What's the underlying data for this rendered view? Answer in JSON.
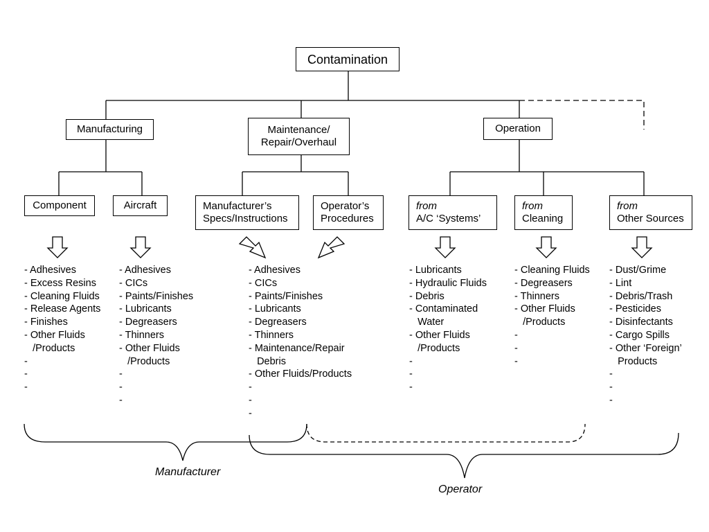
{
  "root": {
    "label": "Contamination"
  },
  "level1": {
    "manufacturing": "Manufacturing",
    "mro": [
      "Maintenance/",
      "Repair/Overhaul"
    ],
    "operation": "Operation"
  },
  "level2": {
    "component": "Component",
    "aircraft": "Aircraft",
    "mfr_specs": [
      "Manufacturer’s",
      "Specs/Instructions"
    ],
    "operator_procedures": [
      "Operator’s",
      "Procedures"
    ],
    "from_systems": [
      "from",
      "A/C ‘Systems’"
    ],
    "from_cleaning": [
      "from",
      "Cleaning"
    ],
    "from_other": [
      "from",
      "Other Sources"
    ]
  },
  "lists": {
    "component": [
      "- Adhesives",
      "- Excess Resins",
      "- Cleaning Fluids",
      "- Release Agents",
      "- Finishes",
      "- Other Fluids",
      "   /Products",
      "-",
      "-",
      "-"
    ],
    "aircraft": [
      "- Adhesives",
      "- CICs",
      "- Paints/Finishes",
      "- Lubricants",
      "- Degreasers",
      "- Thinners",
      "- Other Fluids",
      "   /Products",
      "-",
      "-",
      "-"
    ],
    "mro": [
      "- Adhesives",
      "- CICs",
      "- Paints/Finishes",
      "- Lubricants",
      "- Degreasers",
      "- Thinners",
      "- Maintenance/Repair",
      "   Debris",
      "- Other Fluids/Products",
      "-",
      "-",
      "-"
    ],
    "systems": [
      "- Lubricants",
      "- Hydraulic Fluids",
      "- Debris",
      "- Contaminated",
      "   Water",
      "- Other Fluids",
      "   /Products",
      "-",
      "-",
      "-"
    ],
    "cleaning": [
      "- Cleaning Fluids",
      "- Degreasers",
      "- Thinners",
      "- Other Fluids",
      "   /Products",
      "-",
      "-",
      "-"
    ],
    "other": [
      "- Dust/Grime",
      "- Lint",
      "- Debris/Trash",
      "- Pesticides",
      "- Disinfectants",
      "- Cargo Spills",
      "- Other ‘Foreign’",
      "   Products",
      "-",
      "-",
      "-"
    ]
  },
  "groups": {
    "manufacturer": "Manufacturer",
    "operator": "Operator"
  }
}
